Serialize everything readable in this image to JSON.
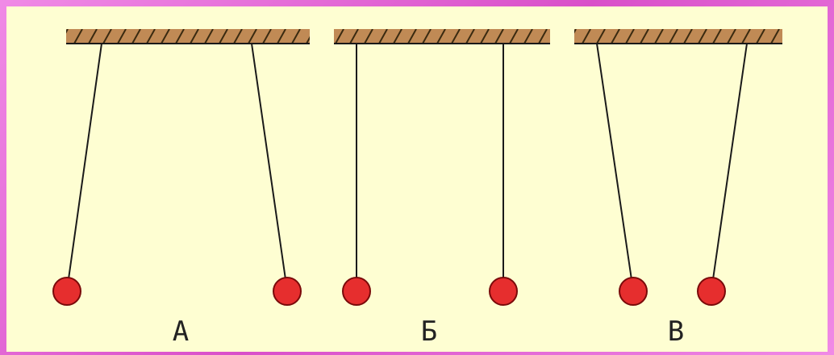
{
  "colors": {
    "background": "#fefed2",
    "border": "#e060d0",
    "ceiling": "#c08a55",
    "ball": "#e62e2e",
    "ball_outline": "#7a0a0a",
    "thread": "#1a1a1a"
  },
  "diagrams": [
    {
      "label": "А"
    },
    {
      "label": "Б"
    },
    {
      "label": "В"
    }
  ]
}
